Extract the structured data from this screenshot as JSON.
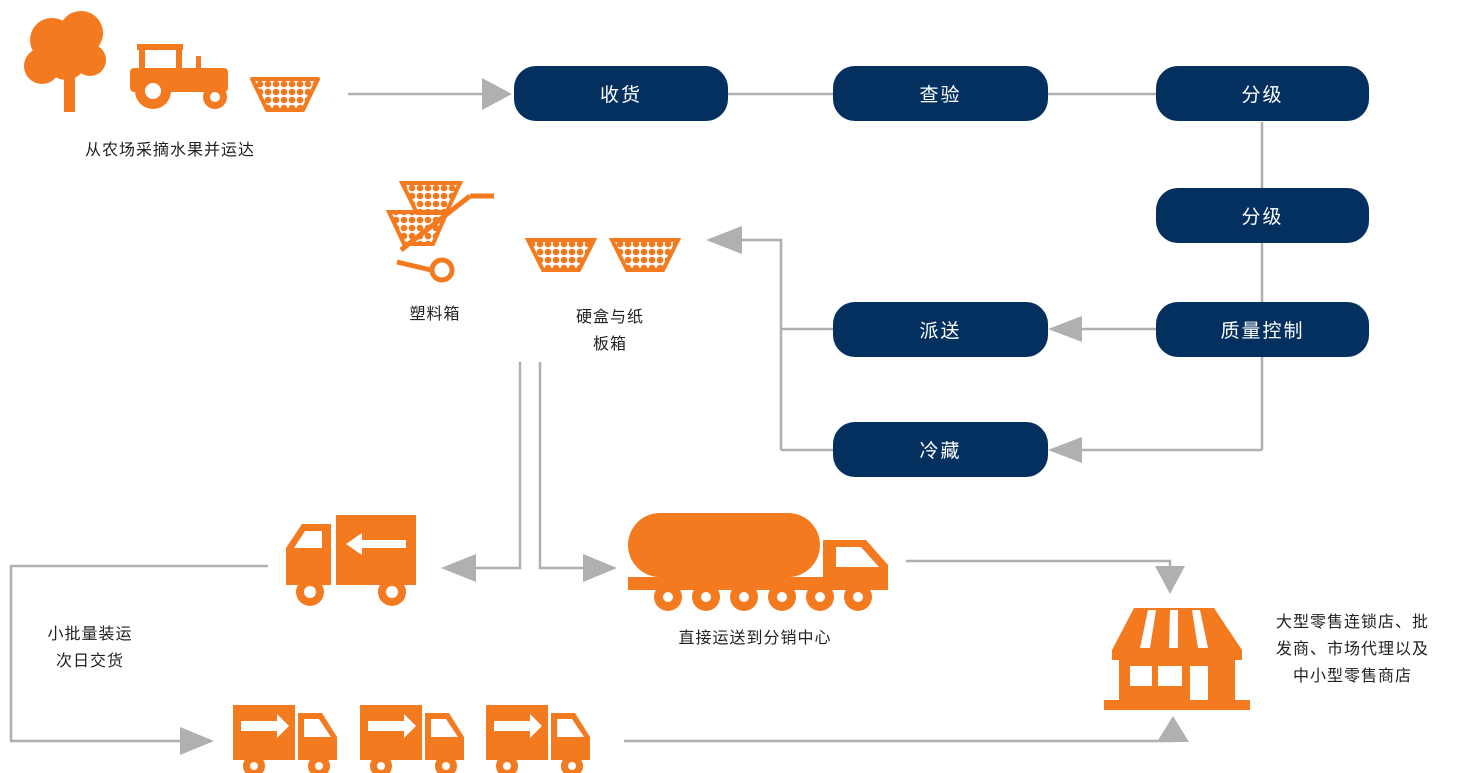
{
  "labels": {
    "farm": "从农场采摘水果并运达",
    "plastic_crate": "塑料箱",
    "carton_line1": "硬盒与纸",
    "carton_line2": "板箱",
    "small_batch_line1": "小批量装运",
    "small_batch_line2": "次日交货",
    "direct": "直接运送到分销中心",
    "retail_line1": "大型零售连锁店、批",
    "retail_line2": "发商、市场代理以及",
    "retail_line3": "中小型零售商店"
  },
  "steps": {
    "receiving": "收货",
    "inspection": "查验",
    "grading1": "分级",
    "grading2": "分级",
    "quality_control": "质量控制",
    "dispatch": "派送",
    "cold_storage": "冷藏"
  },
  "colors": {
    "box": "#04305f",
    "accent": "#f47a20",
    "arrow": "#b0b0b0"
  },
  "icons": [
    "tree-icon",
    "tractor-icon",
    "fruit-basket-icon",
    "fruit-cart-icon",
    "delivery-truck-icon",
    "tanker-truck-icon",
    "store-icon"
  ]
}
